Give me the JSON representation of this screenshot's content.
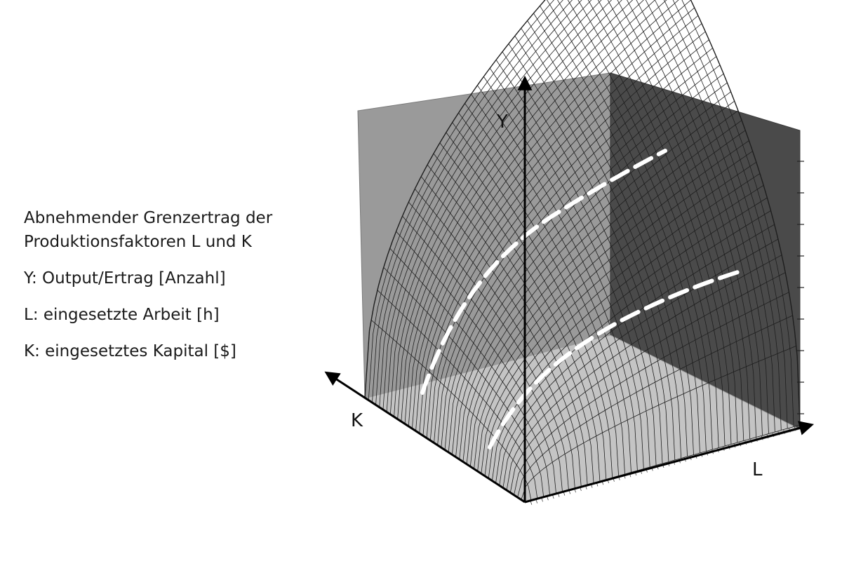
{
  "text": {
    "title_line1": "Abnehmender Grenzertrag der",
    "title_line2": "Produktionsfaktoren L und K",
    "y_desc": "Y: Output/Ertrag [Anzahl]",
    "l_desc": "L: eingesetzte Arbeit [h]",
    "k_desc": "K: eingesetztes Kapital [$]"
  },
  "axes": {
    "y": "Y",
    "l": "L",
    "k": "K"
  },
  "colors": {
    "back_wall": "#9a9a9a",
    "right_wall": "#4a4a4a",
    "floor": "#c4c4c4",
    "mesh_line": "#1e1e1e",
    "highlight_curve": "#ffffff",
    "axis": "#000000"
  }
}
